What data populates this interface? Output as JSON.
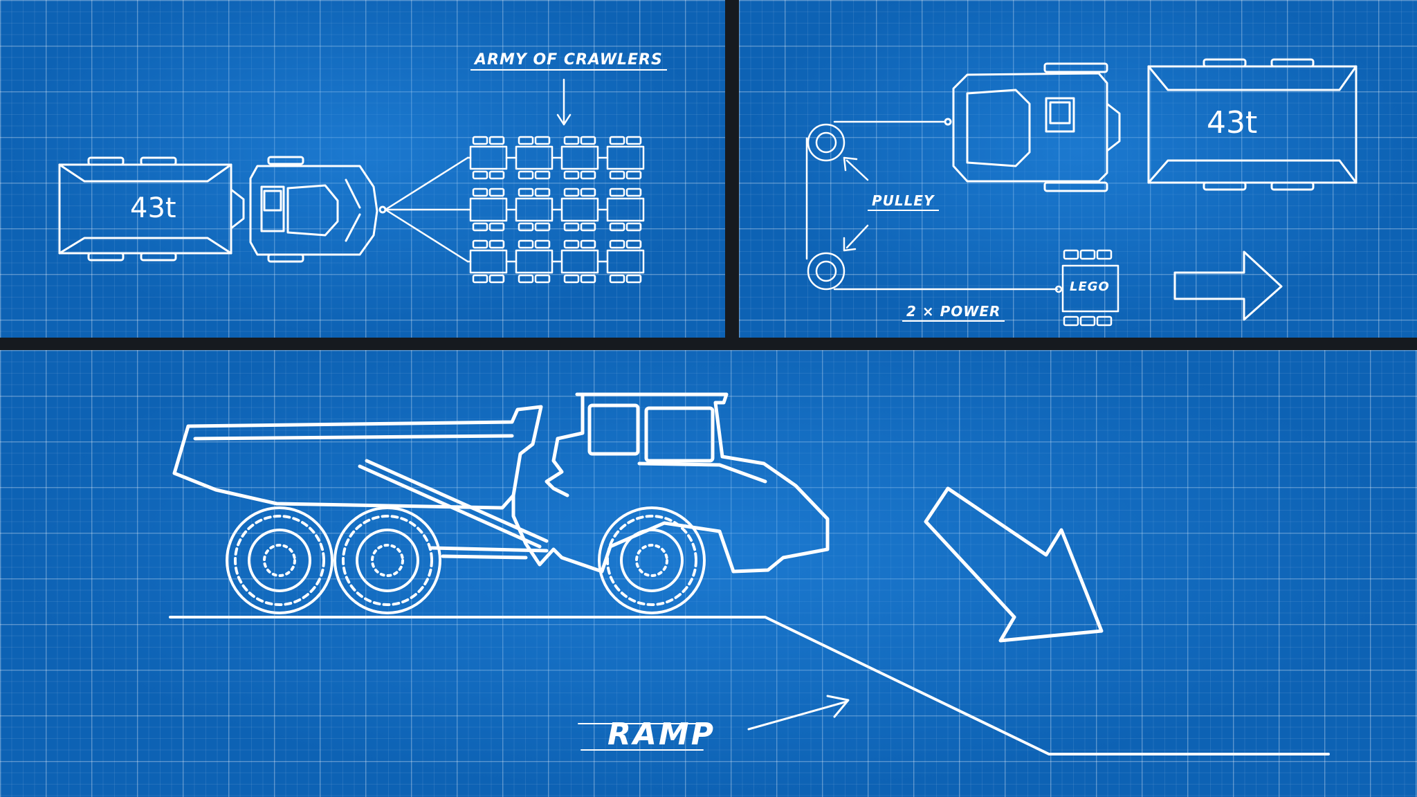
{
  "panels": {
    "top_left": {
      "load_label": "43t",
      "crawlers_label": "ARMY OF CRAWLERS"
    },
    "top_right": {
      "load_label": "43t",
      "pulley_label": "PULLEY",
      "power_label": "2 × POWER",
      "lego_label": "LEGO"
    },
    "bottom": {
      "ramp_label": "RAMP"
    }
  },
  "colors": {
    "blueprint": "#0d62b4",
    "ink": "#ffffff",
    "divider": "#161a1f"
  }
}
